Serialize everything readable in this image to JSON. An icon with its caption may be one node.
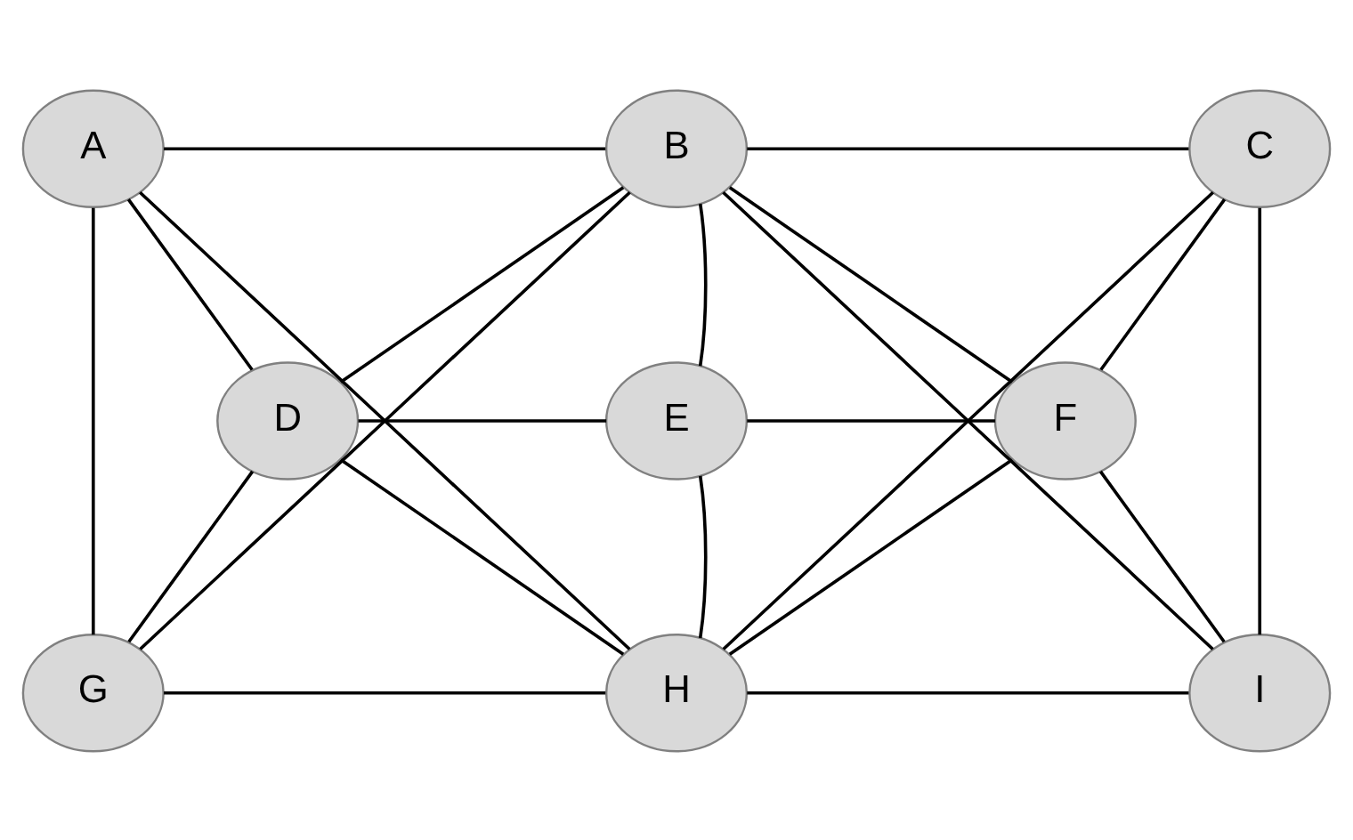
{
  "diagram": {
    "nodes": [
      {
        "text": [
          "A"
        ]
      },
      {
        "text": [
          "B"
        ]
      },
      {
        "text": [
          "C"
        ]
      },
      {
        "text": [
          "D"
        ]
      },
      {
        "text": [
          "E"
        ]
      },
      {
        "text": [
          "F"
        ]
      },
      {
        "text": [
          "G"
        ]
      },
      {
        "text": [
          "H"
        ]
      },
      {
        "text": [
          "I"
        ]
      }
    ],
    "edges": [
      {
        "from": 0,
        "to": 1,
        "arrow": "none"
      },
      {
        "from": 1,
        "to": 2,
        "arrow": "none"
      },
      {
        "from": 0,
        "to": 6,
        "arrow": "none"
      },
      {
        "from": 0,
        "to": 3,
        "arrow": "none"
      },
      {
        "from": 0,
        "to": 7,
        "arrow": "none"
      },
      {
        "from": 1,
        "to": 3,
        "arrow": "none"
      },
      {
        "from": 1,
        "to": 6,
        "arrow": "none"
      },
      {
        "from": 1,
        "to": 4,
        "arrow": "none"
      },
      {
        "from": 1,
        "to": 5,
        "arrow": "none"
      },
      {
        "from": 1,
        "to": 8,
        "arrow": "none"
      },
      {
        "from": 2,
        "to": 7,
        "arrow": "none"
      },
      {
        "from": 2,
        "to": 5,
        "arrow": "none"
      },
      {
        "from": 2,
        "to": 8,
        "arrow": "none"
      },
      {
        "from": 3,
        "to": 4,
        "arrow": "none"
      },
      {
        "from": 4,
        "to": 5,
        "arrow": "none"
      },
      {
        "from": 3,
        "to": 6,
        "arrow": "none"
      },
      {
        "from": 3,
        "to": 7,
        "arrow": "none"
      },
      {
        "from": 4,
        "to": 7,
        "arrow": "none"
      },
      {
        "from": 5,
        "to": 7,
        "arrow": "none"
      },
      {
        "from": 5,
        "to": 8,
        "arrow": "none"
      },
      {
        "from": 6,
        "to": 7,
        "arrow": "none"
      },
      {
        "from": 7,
        "to": 8,
        "arrow": "none"
      }
    ]
  }
}
